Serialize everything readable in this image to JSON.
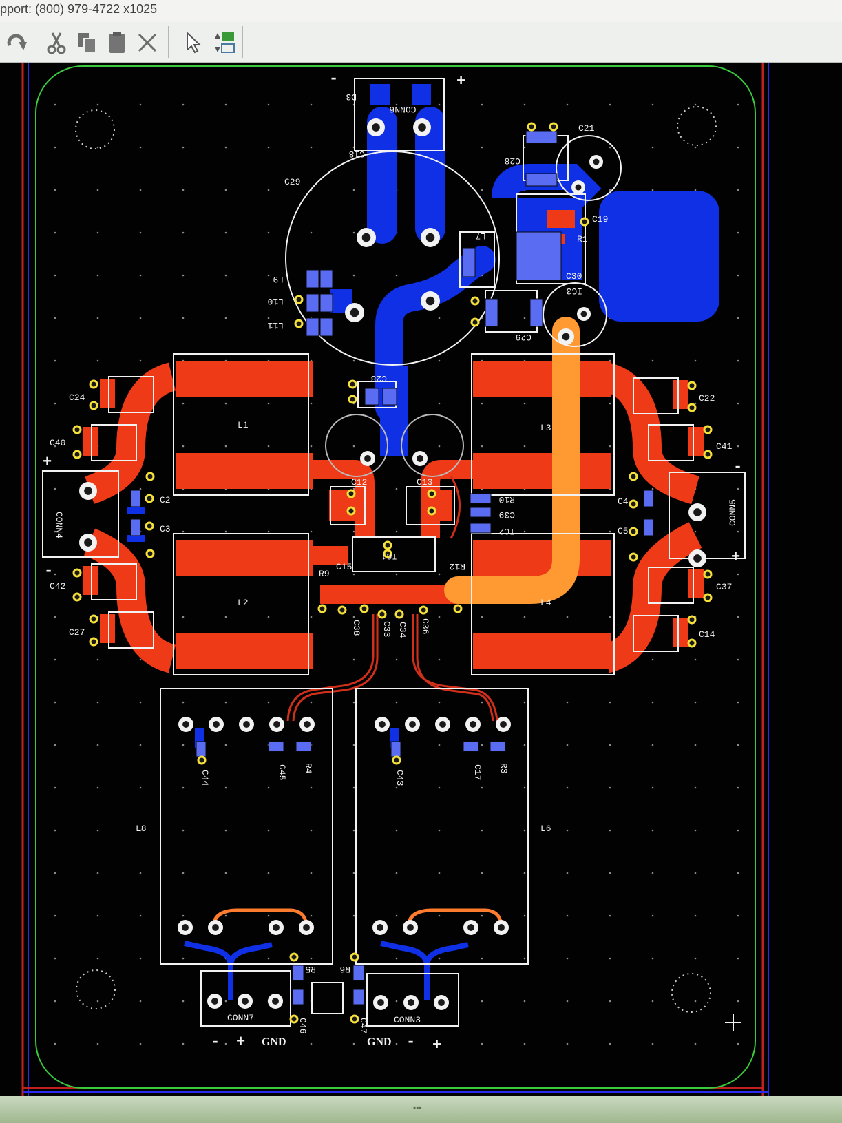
{
  "window": {
    "support_text": "pport: (800) 979-4722 x1025"
  },
  "toolbar": {
    "tools": [
      {
        "name": "redo-icon",
        "label": "redo"
      },
      {
        "name": "cut-icon",
        "label": "cut"
      },
      {
        "name": "copy-icon",
        "label": "copy"
      },
      {
        "name": "paste-icon",
        "label": "paste"
      },
      {
        "name": "delete-icon",
        "label": "delete"
      },
      {
        "name": "select-pointer-icon",
        "label": "select"
      },
      {
        "name": "layer-swap-icon",
        "label": "layers"
      }
    ]
  },
  "pcb": {
    "colors": {
      "background": "#020202",
      "board_outline": "#39c93c",
      "top_copper": "#ef3a17",
      "bottom_copper": "#1030e6",
      "highlight_trace": "#ff9a33",
      "silkscreen": "#f2f2f2",
      "pad_yellow": "#f6e03a"
    },
    "polarity": {
      "plus": "+",
      "minus": "-"
    },
    "labels": {
      "conn_top": "CONN6",
      "d3": "D3",
      "c18": "C18",
      "c29": "C29",
      "c28a": "C28",
      "c21": "C21",
      "c19": "C19",
      "r1": "R1",
      "l7": "L7",
      "c30": "C30",
      "ic3": "IC3",
      "c29b": "C29",
      "l9": "L9",
      "l10": "L10",
      "l11": "L11",
      "c28b": "C28",
      "c24": "C24",
      "c40": "C40",
      "conn4": "CONN4",
      "c42": "C42",
      "c27": "C27",
      "c22": "C22",
      "c41": "C41",
      "conn5": "CONN5",
      "c37": "C37",
      "c14": "C14",
      "l1": "L1",
      "l2": "L2",
      "l3": "L3",
      "l4": "L4",
      "c12": "C12",
      "c13": "C13",
      "r10": "R10",
      "c39": "C39",
      "ic2": "IC2",
      "ic1": "IC1",
      "c15": "C15",
      "r9": "R9",
      "r12": "R12",
      "c38": "C38",
      "c33": "C33",
      "c34": "C34",
      "c36": "C36",
      "c2": "C2",
      "c3": "C3",
      "c4": "C4",
      "c5": "C5",
      "l8": "L8",
      "l6": "L6",
      "c44": "C44",
      "c45": "C45",
      "r4": "R4",
      "c43": "C43",
      "c17": "C17",
      "r3": "R3",
      "r5": "R5",
      "r6": "R6",
      "c46": "C46",
      "c47": "C47",
      "conn7": "CONN7",
      "conn3": "CONN3",
      "gnd": "GND"
    }
  }
}
